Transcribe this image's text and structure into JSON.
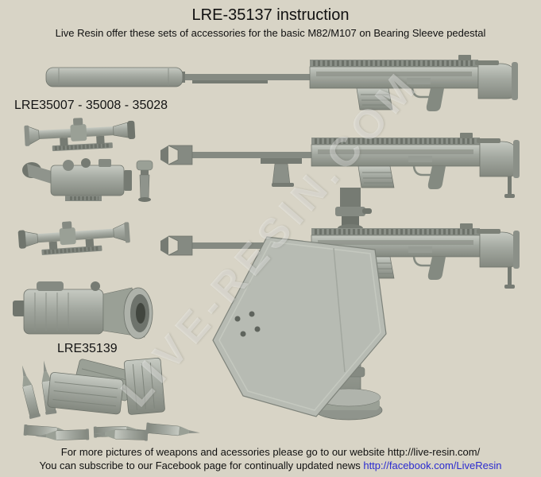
{
  "page": {
    "title": "LRE-35137 instruction",
    "subtitle": "Live Resin offer these sets of accessories for the basic M82/M107 on Bearing Sleeve pedestal"
  },
  "labels": {
    "accessory_sets": "LRE35007 - 35008 - 35028",
    "ammo_set": "LRE35139"
  },
  "watermark": "LIVE-RESIN.COM",
  "footer": {
    "line1": "For more pictures of weapons and acessories please go to our website http://live-resin.com/",
    "line2_text": "You can subscribe to our Facebook page for continually updated news ",
    "line2_link": "http://facebook.com/LiveResin"
  },
  "colors": {
    "background": "#d8d4c6",
    "link": "#2b2bd0",
    "model_gray": "#a3a8a0"
  },
  "renders": [
    "rifle-m82-suppressed",
    "rifle-m82-pedestal",
    "rifle-m82-shield-pedestal",
    "scope-1",
    "night-sight",
    "grip-pod",
    "scope-2",
    "thermal-sight",
    "shield-plate",
    "pedestal-mount",
    "ammo-and-magazines"
  ]
}
